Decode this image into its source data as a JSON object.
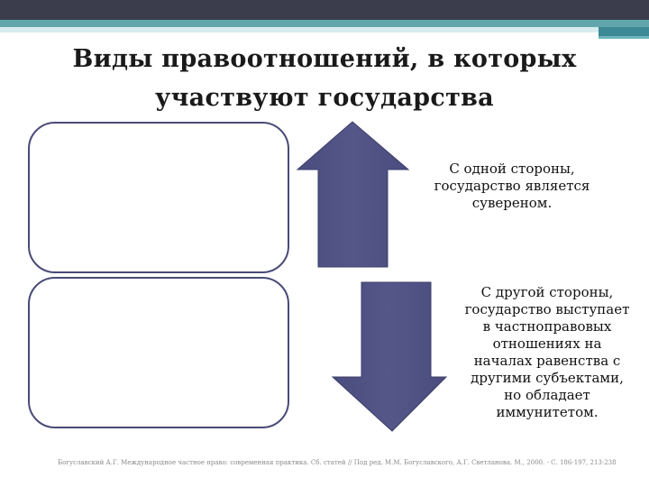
{
  "slide": {
    "title_line1": "Виды правоотношений, в которых",
    "title_line2": "участвуют государства"
  },
  "statements": {
    "top": [
      "С одной стороны,",
      "государство является",
      "сувереном."
    ],
    "bottom": [
      "С другой стороны,",
      "государство выступает",
      "в частноправовых",
      "отношениях на",
      "началах равенства с",
      "другими субъектами,",
      "но обладает",
      "иммунитетом."
    ]
  },
  "footnote": "Богуславский А.Г. Международное частное право: современная практика. Сб. статей // Под ред. М.М. Богуславского, А.Г. Светланова. М., 2000. - С. 186-197, 213-238",
  "colors": {
    "arrow_fill": "#4f5185",
    "box_border": "#4a4a78",
    "header_dark": "#3b3d4c",
    "header_teal": "#62a6ad"
  },
  "icons": {
    "up": "arrow-up-icon",
    "down": "arrow-down-icon"
  }
}
